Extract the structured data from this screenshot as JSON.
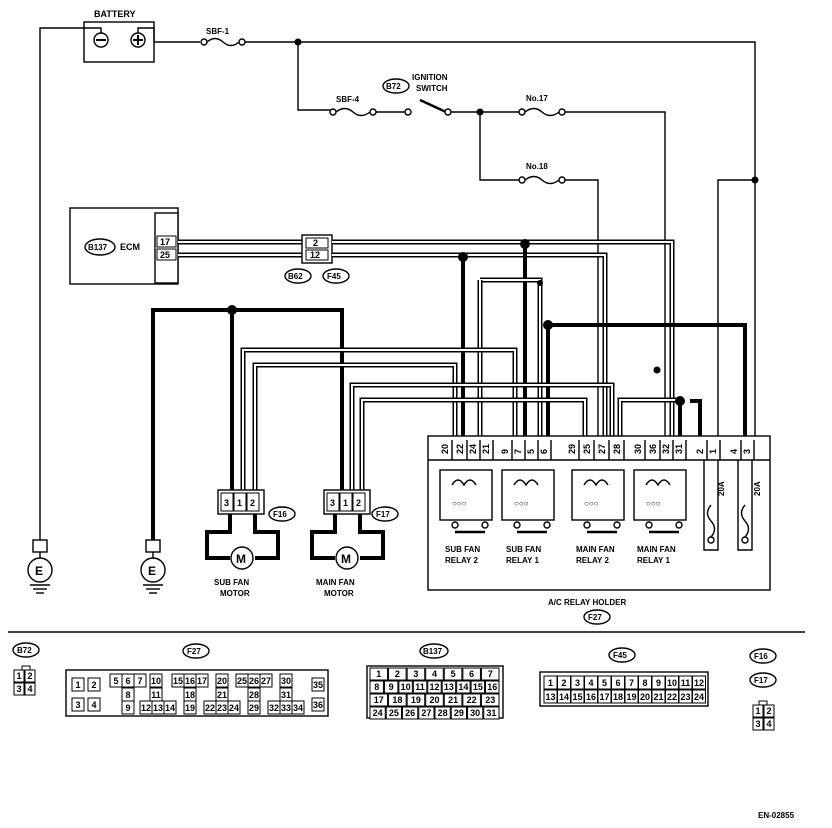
{
  "labels": {
    "battery": "BATTERY",
    "sbf1": "SBF-1",
    "sbf4": "SBF-4",
    "ign_tag": "B72",
    "ign_line1": "IGNITION",
    "ign_line2": "SWITCH",
    "fuse17": "No.17",
    "fuse18": "No.18",
    "ecm_tag": "B137",
    "ecm": "ECM",
    "ecm_pin1": "17",
    "ecm_pin2": "25",
    "conn_pin1": "2",
    "conn_pin2": "12",
    "conn_tag1": "B62",
    "conn_tag2": "F45",
    "ground1": "E",
    "ground2": "E",
    "motor1_symbol": "M",
    "motor2_symbol": "M",
    "f16_tag": "F16",
    "f17_tag": "F17",
    "f16_pins": [
      "3",
      "1",
      "2"
    ],
    "f17_pins": [
      "3",
      "1",
      "2"
    ],
    "sub_fan_motor_1": "SUB FAN",
    "sub_fan_motor_2": "MOTOR",
    "main_fan_motor_1": "MAIN FAN",
    "main_fan_motor_2": "MOTOR",
    "relay_names": [
      {
        "l1": "SUB FAN",
        "l2": "RELAY 2"
      },
      {
        "l1": "SUB FAN",
        "l2": "RELAY 1"
      },
      {
        "l1": "MAIN FAN",
        "l2": "RELAY 2"
      },
      {
        "l1": "MAIN FAN",
        "l2": "RELAY 1"
      }
    ],
    "holder_pins": [
      "20",
      "22",
      "24",
      "21",
      "9",
      "7",
      "5",
      "6",
      "29",
      "25",
      "27",
      "28",
      "30",
      "36",
      "32",
      "31",
      "2",
      "1",
      "4",
      "3"
    ],
    "fuse_amp_1": "20A",
    "fuse_amp_2": "20A",
    "ac_relay_holder": "A/C RELAY HOLDER",
    "holder_tag": "F27",
    "doc_code": "EN-02855"
  },
  "connectors": {
    "b72": {
      "tag": "B72",
      "pins": [
        "1",
        "2",
        "3",
        "4"
      ]
    },
    "f27": {
      "tag": "F27",
      "pins": [
        "1",
        "2",
        "3",
        "4",
        "5",
        "6",
        "7",
        "8",
        "9",
        "10",
        "11",
        "12",
        "13",
        "14",
        "15",
        "16",
        "17",
        "18",
        "19",
        "20",
        "21",
        "22",
        "23",
        "24",
        "25",
        "26",
        "27",
        "28",
        "29",
        "30",
        "31",
        "32",
        "33",
        "34",
        "35",
        "36"
      ]
    },
    "b137": {
      "tag": "B137",
      "pins": [
        "1",
        "2",
        "3",
        "4",
        "5",
        "6",
        "7",
        "8",
        "9",
        "10",
        "11",
        "12",
        "13",
        "14",
        "15",
        "16",
        "17",
        "18",
        "19",
        "20",
        "21",
        "22",
        "23",
        "24",
        "25",
        "26",
        "27",
        "28",
        "29",
        "30",
        "31"
      ]
    },
    "f45": {
      "tag": "F45",
      "pins": [
        "1",
        "2",
        "3",
        "4",
        "5",
        "6",
        "7",
        "8",
        "9",
        "10",
        "11",
        "12",
        "13",
        "14",
        "15",
        "16",
        "17",
        "18",
        "19",
        "20",
        "21",
        "22",
        "23",
        "24"
      ]
    },
    "f16": {
      "tag": "F16"
    },
    "f17": {
      "tag": "F17",
      "pins": [
        "1",
        "2",
        "3",
        "4"
      ]
    }
  }
}
